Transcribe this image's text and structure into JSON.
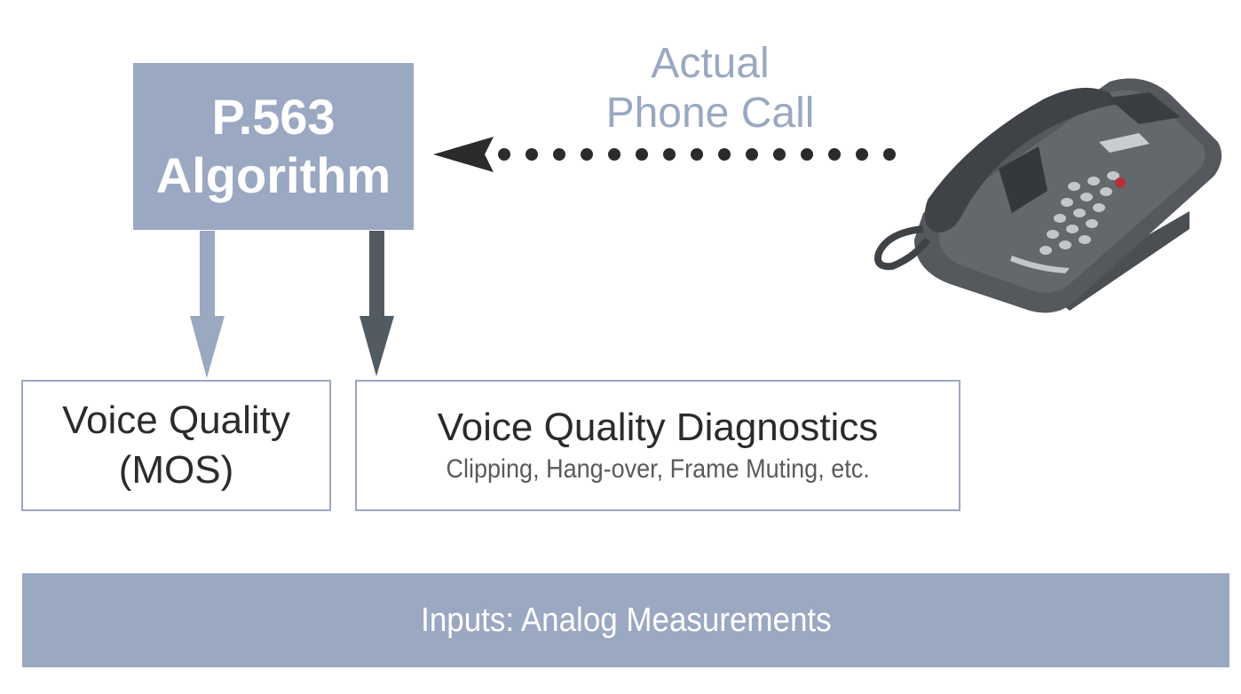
{
  "algorithm": {
    "line1": "P.563",
    "line2": "Algorithm"
  },
  "call_label": {
    "line1": "Actual",
    "line2": "Phone Call"
  },
  "outputs": {
    "mos": {
      "line1": "Voice Quality",
      "line2": "(MOS)"
    },
    "diagnostics": {
      "title": "Voice Quality Diagnostics",
      "subtitle": "Clipping, Hang-over, Frame Muting, etc."
    }
  },
  "inputs_bar": {
    "label": "Inputs: Analog Measurements"
  },
  "colors": {
    "accent": "#9aa8c2",
    "dark_arrow": "#525a62",
    "text": "#2b2b2b",
    "background": "#ffffff"
  },
  "icons": {
    "phone": "desk-phone-icon",
    "input_arrow": "dotted-arrow-left",
    "mos_arrow": "arrow-down-light",
    "diagnostics_arrow": "arrow-down-dark"
  }
}
